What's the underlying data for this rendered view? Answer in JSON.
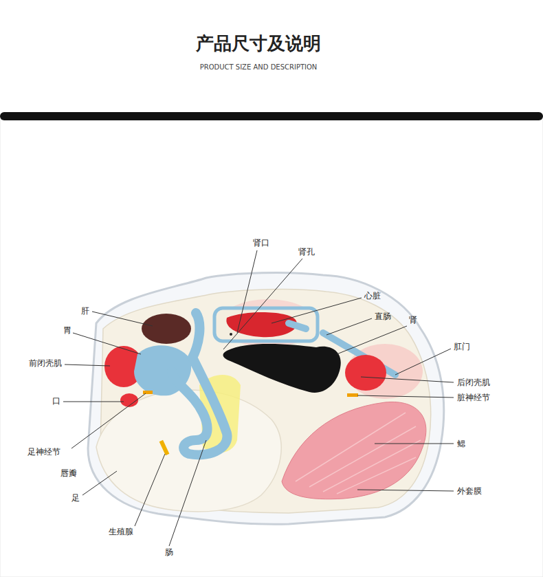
{
  "diagram": {
    "title": "产品尺寸及说明",
    "labels": [
      "PRODUCT SIZE AND DESCRIPTION",
      "肾口",
      "肾孔",
      "心脏",
      "直肠",
      "肾",
      "肝",
      "胃",
      "前闭壳肌",
      "口",
      "足神经节",
      "唇瓣",
      "足",
      "生殖腺",
      "肠",
      "肛门",
      "后闭壳肌",
      "脏神经节",
      "鳃",
      "外套膜"
    ]
  }
}
